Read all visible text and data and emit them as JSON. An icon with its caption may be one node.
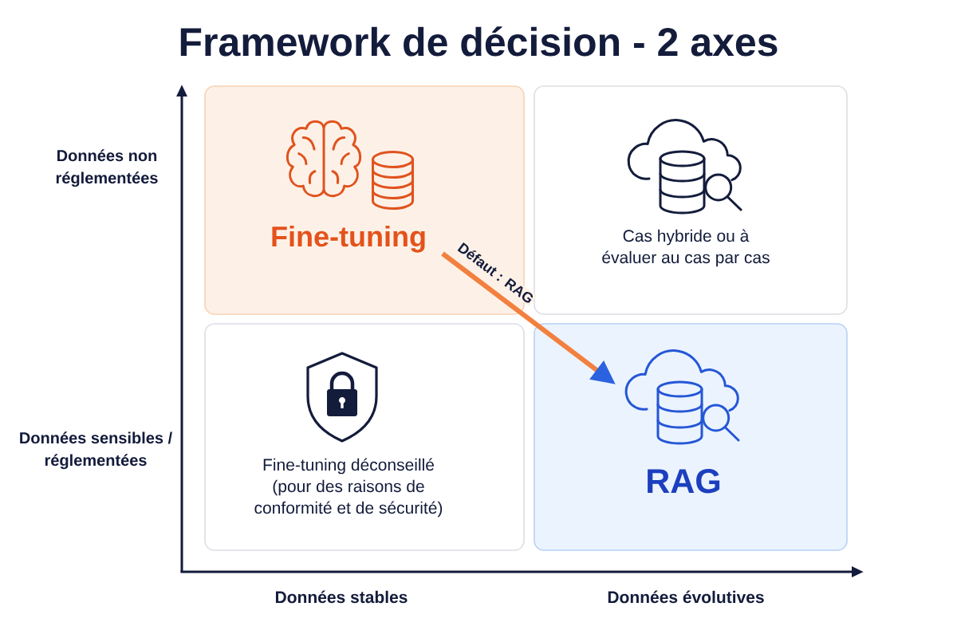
{
  "diagram": {
    "title": "Framework de décision - 2 axes",
    "nodes": [
      {
        "text": [
          "Fine-tuning"
        ]
      },
      {
        "text": [
          "Cas hybride ou à évaluer au cas par cas"
        ]
      },
      {
        "text": [
          "Fine-tuning déconseillé (pour des raisons de conformité et de sécurité)"
        ]
      },
      {
        "text": [
          "RAG"
        ]
      }
    ],
    "edges": [
      {
        "from": 0,
        "to": 3,
        "arrow": "to",
        "label": "Défaut : RAG"
      }
    ],
    "labels": [
      "Données non réglementées",
      "Données sensibles / réglementées",
      "Données stables",
      "Données évolutives"
    ]
  }
}
